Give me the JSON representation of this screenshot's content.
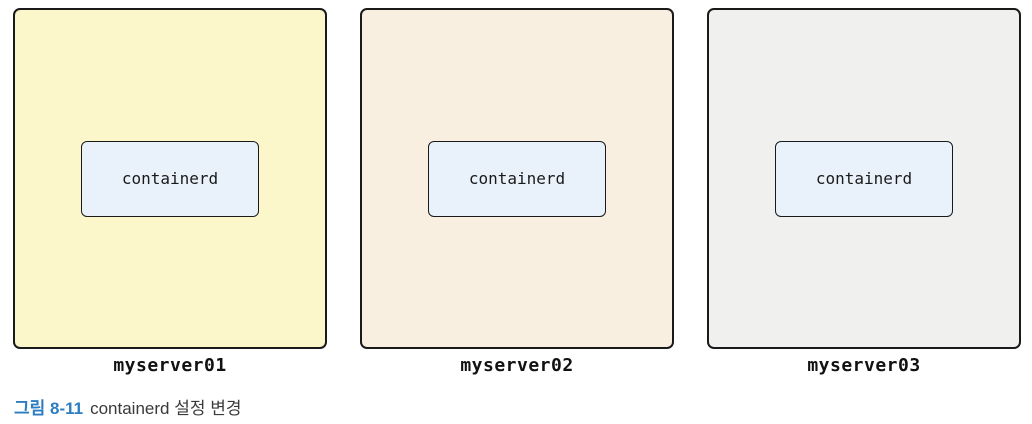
{
  "figure": {
    "caption": {
      "label": "그림 8-11",
      "text": "containerd 설정 변경",
      "label_color": "#2D7DC1"
    },
    "inner_box_bg": "#E9F2FB",
    "panels": [
      {
        "name": "myserver01",
        "bg": "#FCF6CB",
        "box_label": "containerd"
      },
      {
        "name": "myserver02",
        "bg": "#F9EFE0",
        "box_label": "containerd"
      },
      {
        "name": "myserver03",
        "bg": "#F0F0EE",
        "box_label": "containerd"
      }
    ]
  }
}
